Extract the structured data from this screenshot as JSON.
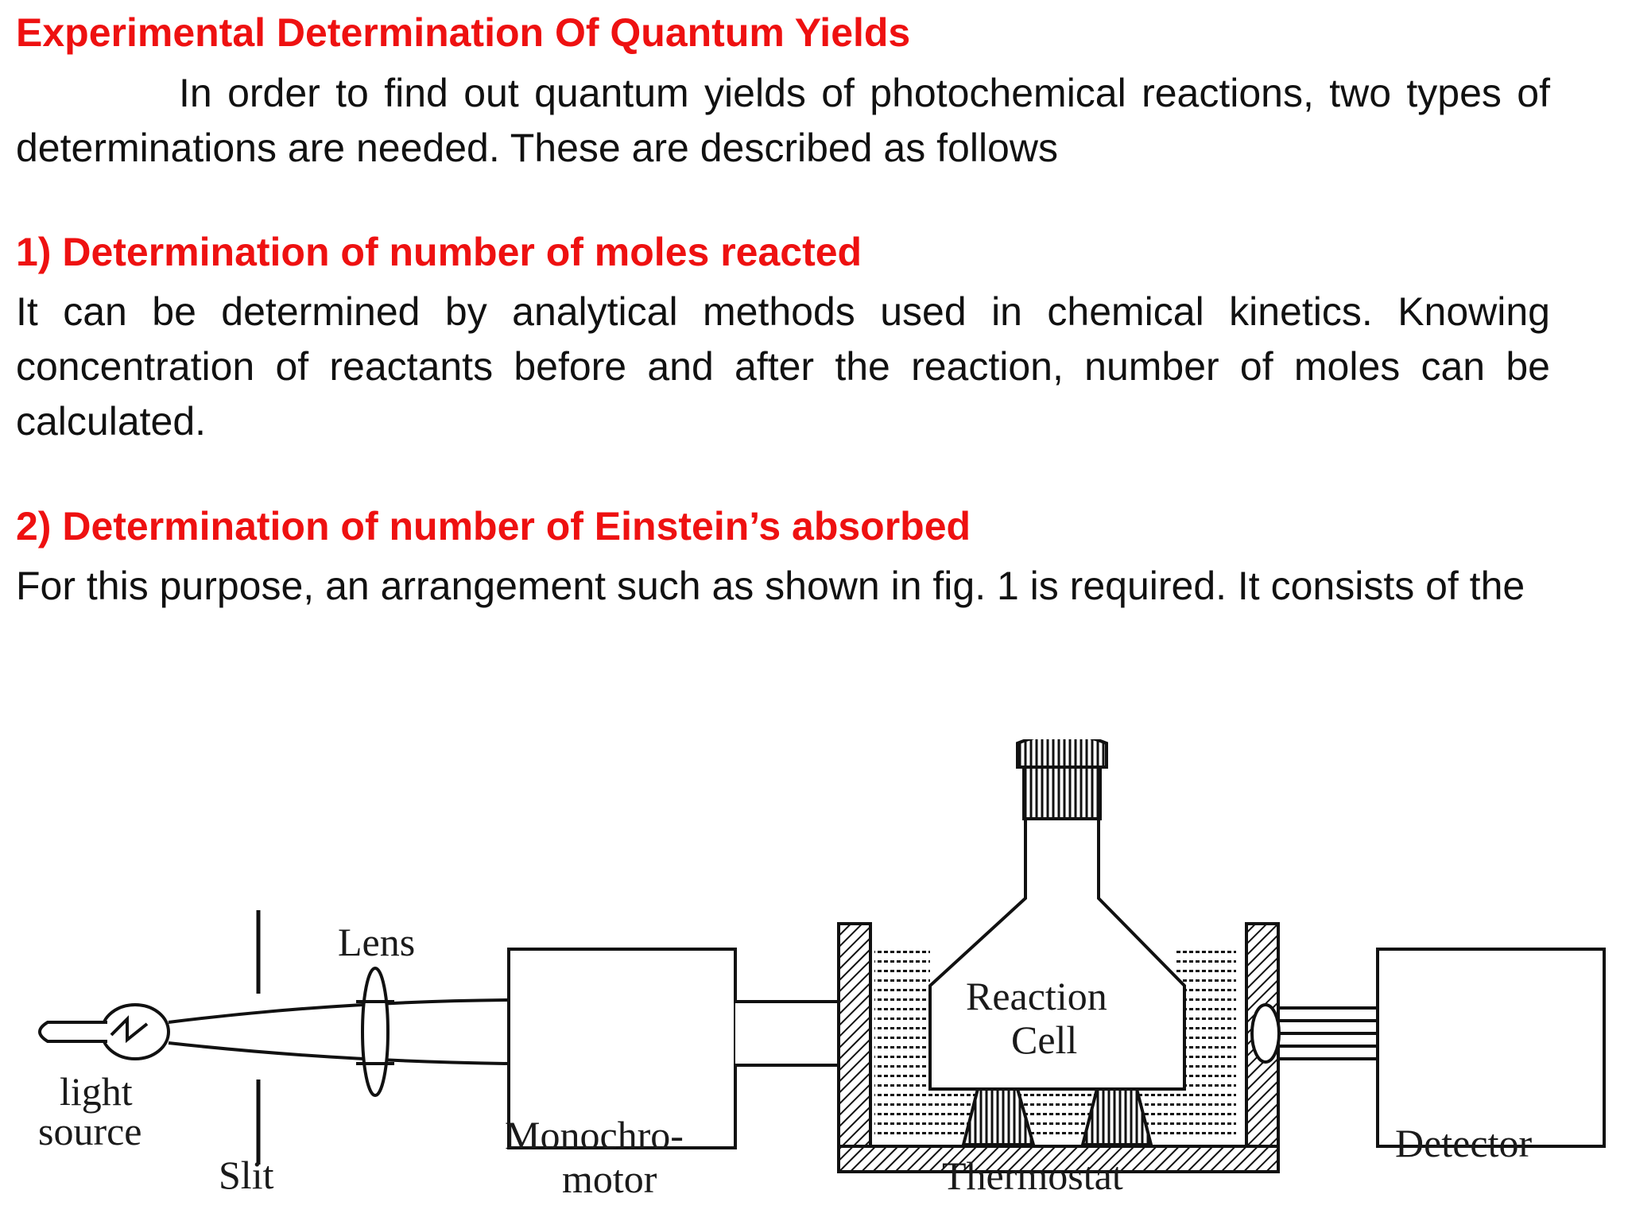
{
  "heading": "Experimental Determination Of Quantum Yields",
  "intro": "In order to find out quantum yields of photochemical reactions, two types of determinations are needed. These are described as follows",
  "section1": {
    "heading": "1) Determination of number of moles reacted",
    "body": "It can be determined by analytical methods used in chemical kinetics. Knowing concentration of reactants before and after the reaction, number of moles can be calculated."
  },
  "section2": {
    "heading": "2) Determination of number of Einstein’s absorbed",
    "body": "For this purpose, an arrangement such as shown in fig. 1 is required. It consists of the"
  },
  "figure": {
    "labels": {
      "lens": "Lens",
      "light_1": "light",
      "light_2": "source",
      "slit": "Slit",
      "mono_1": "Monochro-",
      "mono_2": "motor",
      "reaction_1": "Reaction",
      "reaction_2": "Cell",
      "thermostat": "Thermostat",
      "detector": "Detector"
    },
    "colors": {
      "heading": "#ee1111",
      "text": "#111111",
      "line": "#111111"
    }
  }
}
